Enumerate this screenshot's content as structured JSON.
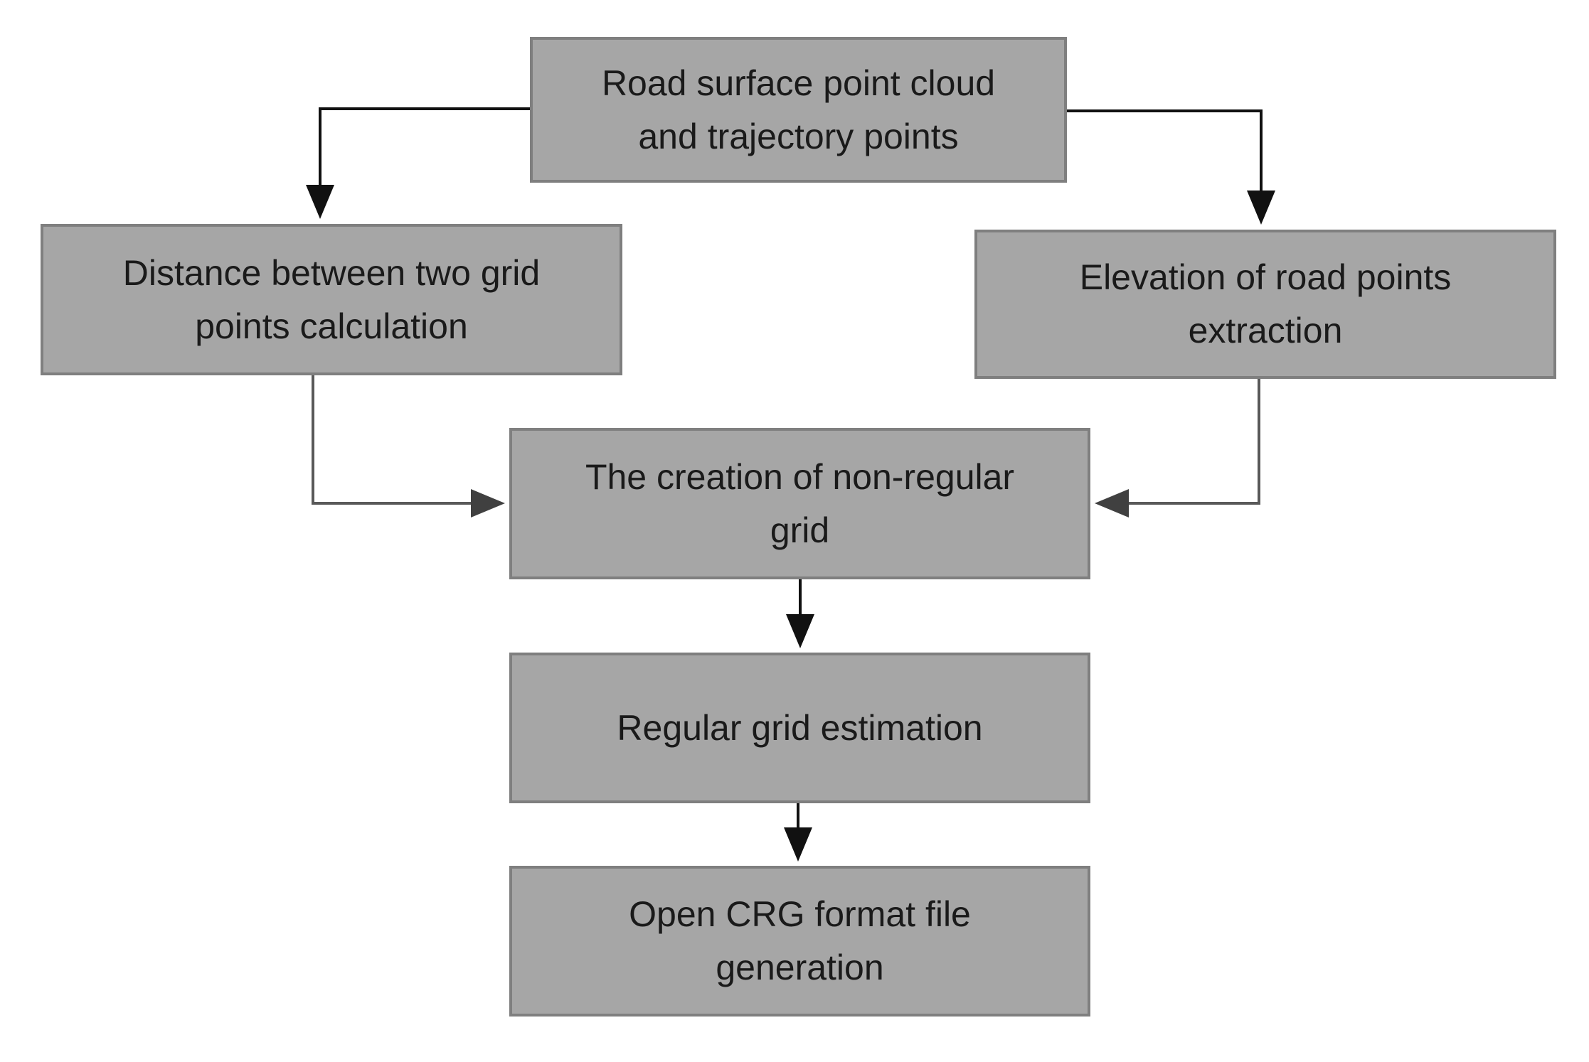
{
  "figure": {
    "type": "flowchart",
    "background": "#ffffff"
  },
  "colors": {
    "node_fill": "#a6a6a6",
    "node_border": "#7f7f7f",
    "node_text": "#1a1a1a",
    "arrow_black": "#111111",
    "arrow_gray": "#595959"
  },
  "nodes": [
    {
      "id": "road-surface-point-cloud",
      "label": "Road surface point cloud\nand trajectory points"
    },
    {
      "id": "distance-between-grid-points",
      "label": "Distance between two grid\npoints calculation"
    },
    {
      "id": "elevation-of-road-points",
      "label": "Elevation of road points\nextraction"
    },
    {
      "id": "non-regular-grid-creation",
      "label": "The creation of non-regular\ngrid"
    },
    {
      "id": "regular-grid-estimation",
      "label": "Regular grid estimation"
    },
    {
      "id": "opencrg-file-generation",
      "label": "Open CRG format file\ngeneration"
    }
  ],
  "edges": [
    {
      "from": "road-surface-point-cloud",
      "to": "distance-between-grid-points"
    },
    {
      "from": "road-surface-point-cloud",
      "to": "elevation-of-road-points"
    },
    {
      "from": "distance-between-grid-points",
      "to": "non-regular-grid-creation"
    },
    {
      "from": "elevation-of-road-points",
      "to": "non-regular-grid-creation"
    },
    {
      "from": "non-regular-grid-creation",
      "to": "regular-grid-estimation"
    },
    {
      "from": "regular-grid-estimation",
      "to": "opencrg-file-generation"
    }
  ]
}
